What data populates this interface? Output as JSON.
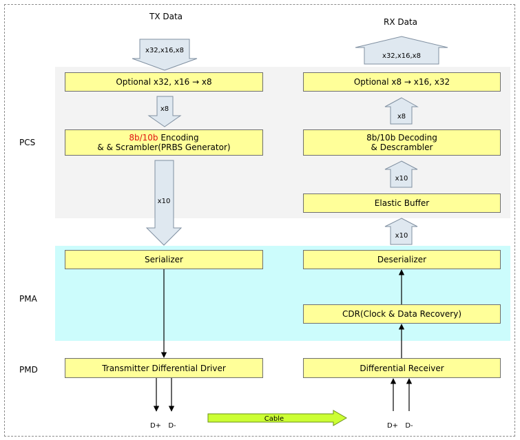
{
  "titles": {
    "tx": "TX Data",
    "rx": "RX Data"
  },
  "layers": {
    "pcs": "PCS",
    "pma": "PMA",
    "pmd": "PMD"
  },
  "tx": {
    "optional": "Optional x32, x16 → x8",
    "encoding_prefix": "8b/10b",
    "encoding_rest": " Encoding",
    "encoding_line2": "& & Scrambler(PRBS Generator)",
    "serializer": "Serializer",
    "driver": "Transmitter Differential Driver"
  },
  "rx": {
    "optional": "Optional x8 → x16, x32",
    "decoding_line1": "8b/10b Decoding",
    "decoding_line2": "& Descrambler",
    "elastic": "Elastic Buffer",
    "deserializer": "Deserializer",
    "cdr": "CDR(Clock & Data Recovery)",
    "receiver": "Differential Receiver"
  },
  "arrows": {
    "tx_in": "x32,x16,x8",
    "tx_x8": "x8",
    "tx_x10": "x10",
    "rx_out": "x32,x16,x8",
    "rx_x8": "x8",
    "rx_x10_top": "x10",
    "rx_x10_bottom": "x10"
  },
  "pins": {
    "dplus": "D+",
    "dminus": "D-"
  },
  "cable": "Cable",
  "colors": {
    "box_fill": "#ffff99",
    "pcs_band": "#f3f3f3",
    "pma_band": "#ccfcfc",
    "hollow_arrow": "#dfe8f0",
    "cable_arrow": "#ccff33",
    "highlight_text": "#e01010"
  }
}
